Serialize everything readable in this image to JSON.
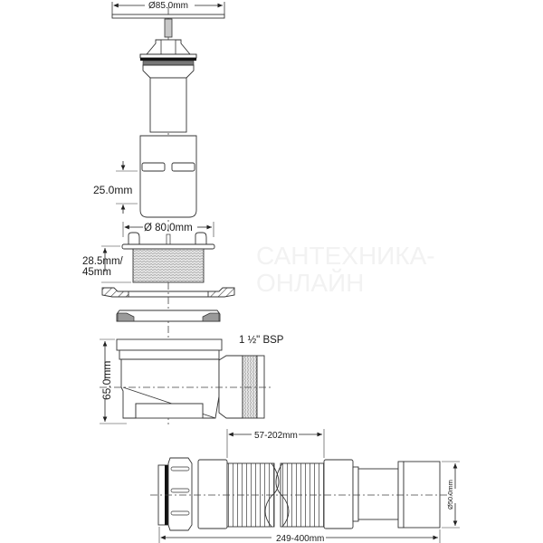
{
  "drawing": {
    "title": "Shower trap technical drawing",
    "colors": {
      "line": "#333333",
      "fill": "#ffffff",
      "thread": "#bdbdbd",
      "hatch": "#555555",
      "watermark": "#f2f2f2"
    },
    "watermark": {
      "line1": "САНТЕХНИКА-",
      "line2": "ОНЛАЙН"
    },
    "dimensions": {
      "cover_diameter": "Ø85.0mm",
      "strainer_height": "25.0mm",
      "flange_diameter": "Ø 80.0mm",
      "thread_length_line1": "28.5mm/",
      "thread_length_line2": "45mm",
      "thread_spec": "1 ½\" BSP",
      "body_height": "65.0mm",
      "hose_stretch": "57-202mm",
      "hose_total": "249-400mm",
      "outlet_diameter": "Ø50.0mm"
    },
    "parts": [
      {
        "name": "cover-plate"
      },
      {
        "name": "plug-head"
      },
      {
        "name": "strainer-stem"
      },
      {
        "name": "strainer-cage"
      },
      {
        "name": "flange-body"
      },
      {
        "name": "hatched-washer"
      },
      {
        "name": "rubber-seal"
      },
      {
        "name": "trap-body"
      },
      {
        "name": "flexible-hose"
      }
    ]
  }
}
